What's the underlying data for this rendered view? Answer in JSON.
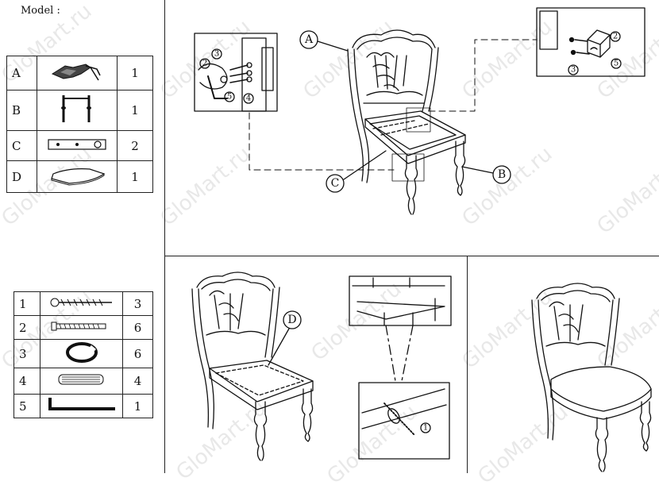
{
  "model_label": "Model :",
  "components": [
    {
      "letter": "A",
      "qty": "1",
      "icon": "chair-back-frame-icon"
    },
    {
      "letter": "B",
      "qty": "1",
      "icon": "front-legs-assembly-icon"
    },
    {
      "letter": "C",
      "qty": "2",
      "icon": "side-rail-icon"
    },
    {
      "letter": "D",
      "qty": "1",
      "icon": "seat-cushion-icon"
    }
  ],
  "hardware": [
    {
      "num": "1",
      "qty": "3",
      "icon": "wood-screw-icon"
    },
    {
      "num": "2",
      "qty": "6",
      "icon": "bolt-icon"
    },
    {
      "num": "3",
      "qty": "6",
      "icon": "spring-washer-icon"
    },
    {
      "num": "4",
      "qty": "4",
      "icon": "wooden-dowel-icon"
    },
    {
      "num": "5",
      "qty": "1",
      "icon": "allen-key-icon"
    }
  ],
  "callouts": {
    "a": "A",
    "b": "B",
    "c": "C",
    "d": "D",
    "n1": "1",
    "n2": "2",
    "n3": "3",
    "n4": "4",
    "n5": "5"
  },
  "watermark": "GloMart.ru"
}
